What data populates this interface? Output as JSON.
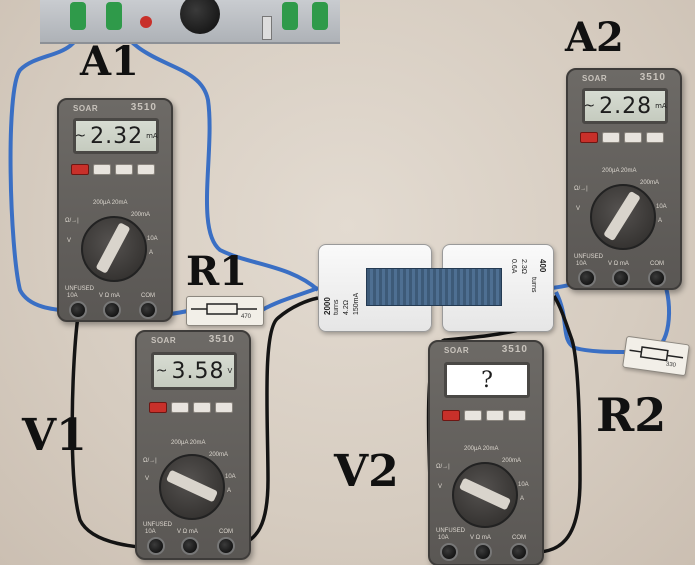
{
  "labels": {
    "a1": "A1",
    "a2": "A2",
    "r1": "R1",
    "r2": "R2",
    "v1": "V1",
    "v2": "V2"
  },
  "meters": {
    "a1": {
      "brand": "SOAR",
      "model": "3510",
      "mode_symbol": "~",
      "reading": "2.32",
      "unit": "mA"
    },
    "a2": {
      "brand": "SOAR",
      "model": "3510",
      "mode_symbol": "~",
      "reading": "2.28",
      "unit": "mA"
    },
    "v1": {
      "brand": "SOAR",
      "model": "3510",
      "mode_symbol": "~",
      "reading": "3.58",
      "unit": "V"
    },
    "v2": {
      "brand": "SOAR",
      "model": "3510",
      "mode_symbol": "",
      "reading": "?",
      "unit": ""
    }
  },
  "meter_face": {
    "range_1": "200µA 20mA",
    "range_2": "200mA",
    "range_10a": "10A",
    "range_v": "V",
    "range_ohm": "Ω/→|",
    "range_a": "A",
    "term_a": "10A",
    "term_vohm": "V Ω mA",
    "term_com": "COM",
    "unfused": "UNFUSED"
  },
  "transformer": {
    "left_turns": "2000",
    "left_unit": "turns",
    "left_spec_1": "4.2Ω",
    "left_spec_2": "150mA",
    "right_turns": "400",
    "right_unit": "turns",
    "right_spec_1": "2.3Ω",
    "right_spec_2": "0.6A"
  },
  "resistors": {
    "r1": {
      "value": "470"
    },
    "r2": {
      "value": "330"
    }
  },
  "colors": {
    "background": "#d8cfc4",
    "meter_body": "#5f5c59",
    "lcd": "#cfd4c9",
    "wire_blue": "#3a6fc4",
    "wire_black": "#141414",
    "core_blue": "#3d5a78",
    "jack_green": "#2f9a4a",
    "jack_red": "#c8302a"
  }
}
